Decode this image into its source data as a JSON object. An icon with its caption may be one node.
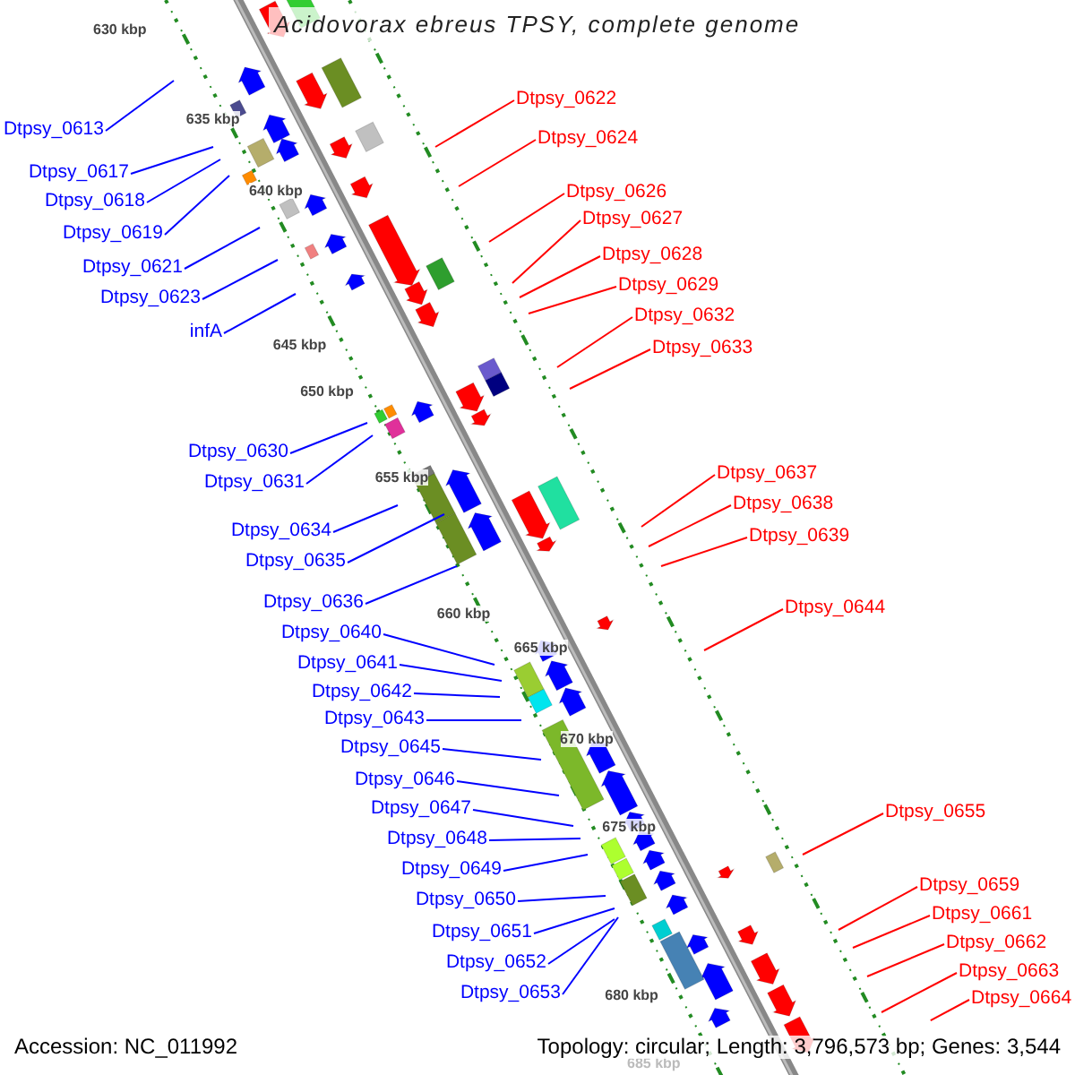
{
  "diagram": {
    "title": "Acidovorax ebreus TPSY, complete genome",
    "nodes": [
      {
        "text": [
          "Dtpsy_0613"
        ]
      },
      {
        "text": [
          "Dtpsy_0617"
        ]
      },
      {
        "text": [
          "Dtpsy_0618"
        ]
      },
      {
        "text": [
          "Dtpsy_0619"
        ]
      },
      {
        "text": [
          "Dtpsy_0621"
        ]
      },
      {
        "text": [
          "Dtpsy_0623"
        ]
      },
      {
        "text": [
          "infA"
        ]
      },
      {
        "text": [
          "Dtpsy_0630"
        ]
      },
      {
        "text": [
          "Dtpsy_0631"
        ]
      },
      {
        "text": [
          "Dtpsy_0634"
        ]
      },
      {
        "text": [
          "Dtpsy_0635"
        ]
      },
      {
        "text": [
          "Dtpsy_0636"
        ]
      },
      {
        "text": [
          "Dtpsy_0640"
        ]
      },
      {
        "text": [
          "Dtpsy_0641"
        ]
      },
      {
        "text": [
          "Dtpsy_0642"
        ]
      },
      {
        "text": [
          "Dtpsy_0643"
        ]
      },
      {
        "text": [
          "Dtpsy_0645"
        ]
      },
      {
        "text": [
          "Dtpsy_0646"
        ]
      },
      {
        "text": [
          "Dtpsy_0647"
        ]
      },
      {
        "text": [
          "Dtpsy_0648"
        ]
      },
      {
        "text": [
          "Dtpsy_0649"
        ]
      },
      {
        "text": [
          "Dtpsy_0650"
        ]
      },
      {
        "text": [
          "Dtpsy_0651"
        ]
      },
      {
        "text": [
          "Dtpsy_0652"
        ]
      },
      {
        "text": [
          "Dtpsy_0653"
        ]
      },
      {
        "text": [
          "Dtpsy_0622"
        ]
      },
      {
        "text": [
          "Dtpsy_0624"
        ]
      },
      {
        "text": [
          "Dtpsy_0626"
        ]
      },
      {
        "text": [
          "Dtpsy_0627"
        ]
      },
      {
        "text": [
          "Dtpsy_0628"
        ]
      },
      {
        "text": [
          "Dtpsy_0629"
        ]
      },
      {
        "text": [
          "Dtpsy_0632"
        ]
      },
      {
        "text": [
          "Dtpsy_0633"
        ]
      },
      {
        "text": [
          "Dtpsy_0637"
        ]
      },
      {
        "text": [
          "Dtpsy_0638"
        ]
      },
      {
        "text": [
          "Dtpsy_0639"
        ]
      },
      {
        "text": [
          "Dtpsy_0644"
        ]
      },
      {
        "text": [
          "Dtpsy_0655"
        ]
      },
      {
        "text": [
          "Dtpsy_0659"
        ]
      },
      {
        "text": [
          "Dtpsy_0661"
        ]
      },
      {
        "text": [
          "Dtpsy_0662"
        ]
      },
      {
        "text": [
          "Dtpsy_0663"
        ]
      },
      {
        "text": [
          "Dtpsy_0664"
        ]
      }
    ],
    "edges": [
      {
        "from": 0,
        "to": null,
        "arrow": "none"
      },
      {
        "from": 1,
        "to": null,
        "arrow": "none"
      },
      {
        "from": 2,
        "to": null,
        "arrow": "none"
      },
      {
        "from": 3,
        "to": null,
        "arrow": "none"
      },
      {
        "from": 4,
        "to": null,
        "arrow": "none"
      },
      {
        "from": 5,
        "to": null,
        "arrow": "none"
      },
      {
        "from": 6,
        "to": null,
        "arrow": "none"
      },
      {
        "from": 7,
        "to": null,
        "arrow": "none"
      },
      {
        "from": 8,
        "to": null,
        "arrow": "none"
      },
      {
        "from": 9,
        "to": null,
        "arrow": "none"
      },
      {
        "from": 10,
        "to": null,
        "arrow": "none"
      },
      {
        "from": 11,
        "to": null,
        "arrow": "none"
      },
      {
        "from": 12,
        "to": null,
        "arrow": "none"
      },
      {
        "from": 13,
        "to": null,
        "arrow": "none"
      },
      {
        "from": 14,
        "to": null,
        "arrow": "none"
      },
      {
        "from": 15,
        "to": null,
        "arrow": "none"
      },
      {
        "from": 16,
        "to": null,
        "arrow": "none"
      },
      {
        "from": 17,
        "to": null,
        "arrow": "none"
      },
      {
        "from": 18,
        "to": null,
        "arrow": "none"
      },
      {
        "from": 19,
        "to": null,
        "arrow": "none"
      },
      {
        "from": 20,
        "to": null,
        "arrow": "none"
      },
      {
        "from": 21,
        "to": null,
        "arrow": "none"
      },
      {
        "from": 22,
        "to": null,
        "arrow": "none"
      },
      {
        "from": 23,
        "to": null,
        "arrow": "none"
      },
      {
        "from": 24,
        "to": null,
        "arrow": "none"
      },
      {
        "from": 25,
        "to": null,
        "arrow": "none",
        "color": "#ff0000"
      },
      {
        "from": 26,
        "to": null,
        "arrow": "none",
        "color": "#ff0000"
      },
      {
        "from": 27,
        "to": null,
        "arrow": "none",
        "color": "#ff0000"
      },
      {
        "from": 28,
        "to": null,
        "arrow": "none",
        "color": "#ff0000"
      },
      {
        "from": 29,
        "to": null,
        "arrow": "none",
        "color": "#ff0000"
      },
      {
        "from": 30,
        "to": null,
        "arrow": "none",
        "color": "#ff0000"
      },
      {
        "from": 31,
        "to": null,
        "arrow": "none",
        "color": "#ff0000"
      },
      {
        "from": 32,
        "to": null,
        "arrow": "none",
        "color": "#ff0000"
      },
      {
        "from": 33,
        "to": null,
        "arrow": "none",
        "color": "#ff0000"
      },
      {
        "from": 34,
        "to": null,
        "arrow": "none",
        "color": "#ff0000"
      },
      {
        "from": 35,
        "to": null,
        "arrow": "none",
        "color": "#ff0000"
      },
      {
        "from": 36,
        "to": null,
        "arrow": "none",
        "color": "#ff0000"
      },
      {
        "from": 37,
        "to": null,
        "arrow": "none",
        "color": "#ff0000"
      },
      {
        "from": 38,
        "to": null,
        "arrow": "none",
        "color": "#ff0000"
      },
      {
        "from": 39,
        "to": null,
        "arrow": "none",
        "color": "#ff0000"
      },
      {
        "from": 40,
        "to": null,
        "arrow": "none",
        "color": "#ff0000"
      },
      {
        "from": 41,
        "to": null,
        "arrow": "none",
        "color": "#ff0000"
      },
      {
        "from": 42,
        "to": null,
        "arrow": "none",
        "color": "#ff0000"
      }
    ],
    "labels": [
      "630 kbp",
      "635 kbp",
      "640 kbp",
      "645 kbp",
      "650 kbp",
      "655 kbp",
      "660 kbp",
      "665 kbp",
      "670 kbp",
      "675 kbp",
      "680 kbp",
      "685 kbp",
      "Accession: NC_011992",
      "Topology: circular; Length: 3,796,573 bp; Genes: 3,544"
    ]
  }
}
